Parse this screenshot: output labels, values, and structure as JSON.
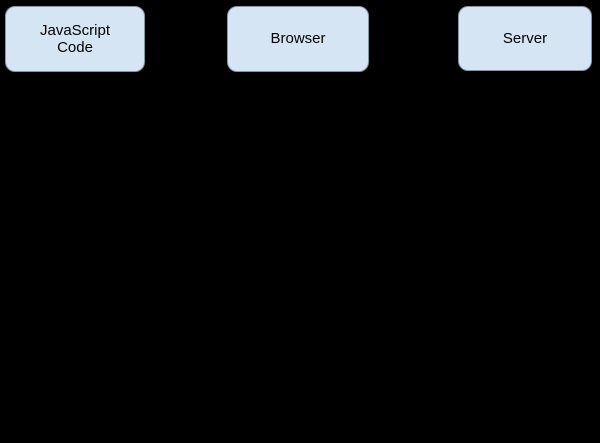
{
  "diagram": {
    "type": "sequence-diagram-header",
    "background_color": "#000000",
    "colors": {
      "node_fill": "#d6e5f4",
      "node_border": "#8296aa",
      "node_text": "#000000"
    },
    "nodes": [
      {
        "id": "javascript-code",
        "label": "JavaScript\nCode"
      },
      {
        "id": "browser",
        "label": "Browser"
      },
      {
        "id": "server",
        "label": "Server"
      }
    ]
  }
}
